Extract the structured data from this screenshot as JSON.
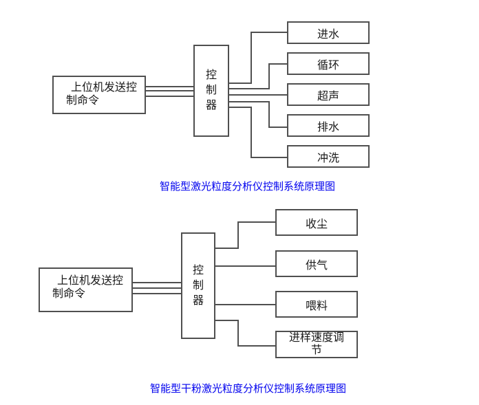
{
  "colors": {
    "background": "#ffffff",
    "box_border": "#4f4f4f",
    "wire": "#4f4f4f",
    "text": "#1a1a1a",
    "caption": "#0000ee"
  },
  "diagram1": {
    "host_box": {
      "lines": [
        "上位机发送控",
        "制命令"
      ]
    },
    "controller_box": {
      "label": "控制器"
    },
    "output_boxes": [
      {
        "label": "进水"
      },
      {
        "label": "循环"
      },
      {
        "label": "超声"
      },
      {
        "label": "排水"
      },
      {
        "label": "冲洗"
      }
    ],
    "caption": "智能型激光粒度分析仪控制系统原理图"
  },
  "diagram2": {
    "host_box": {
      "lines": [
        "上位机发送控",
        "制命令"
      ]
    },
    "controller_box": {
      "label": "控制器"
    },
    "output_boxes": [
      {
        "label": "收尘"
      },
      {
        "label": "供气"
      },
      {
        "label": "喂料"
      },
      {
        "lines": [
          "进样速度调",
          "节"
        ]
      }
    ],
    "caption": "智能型干粉激光粒度分析仪控制系统原理图"
  }
}
